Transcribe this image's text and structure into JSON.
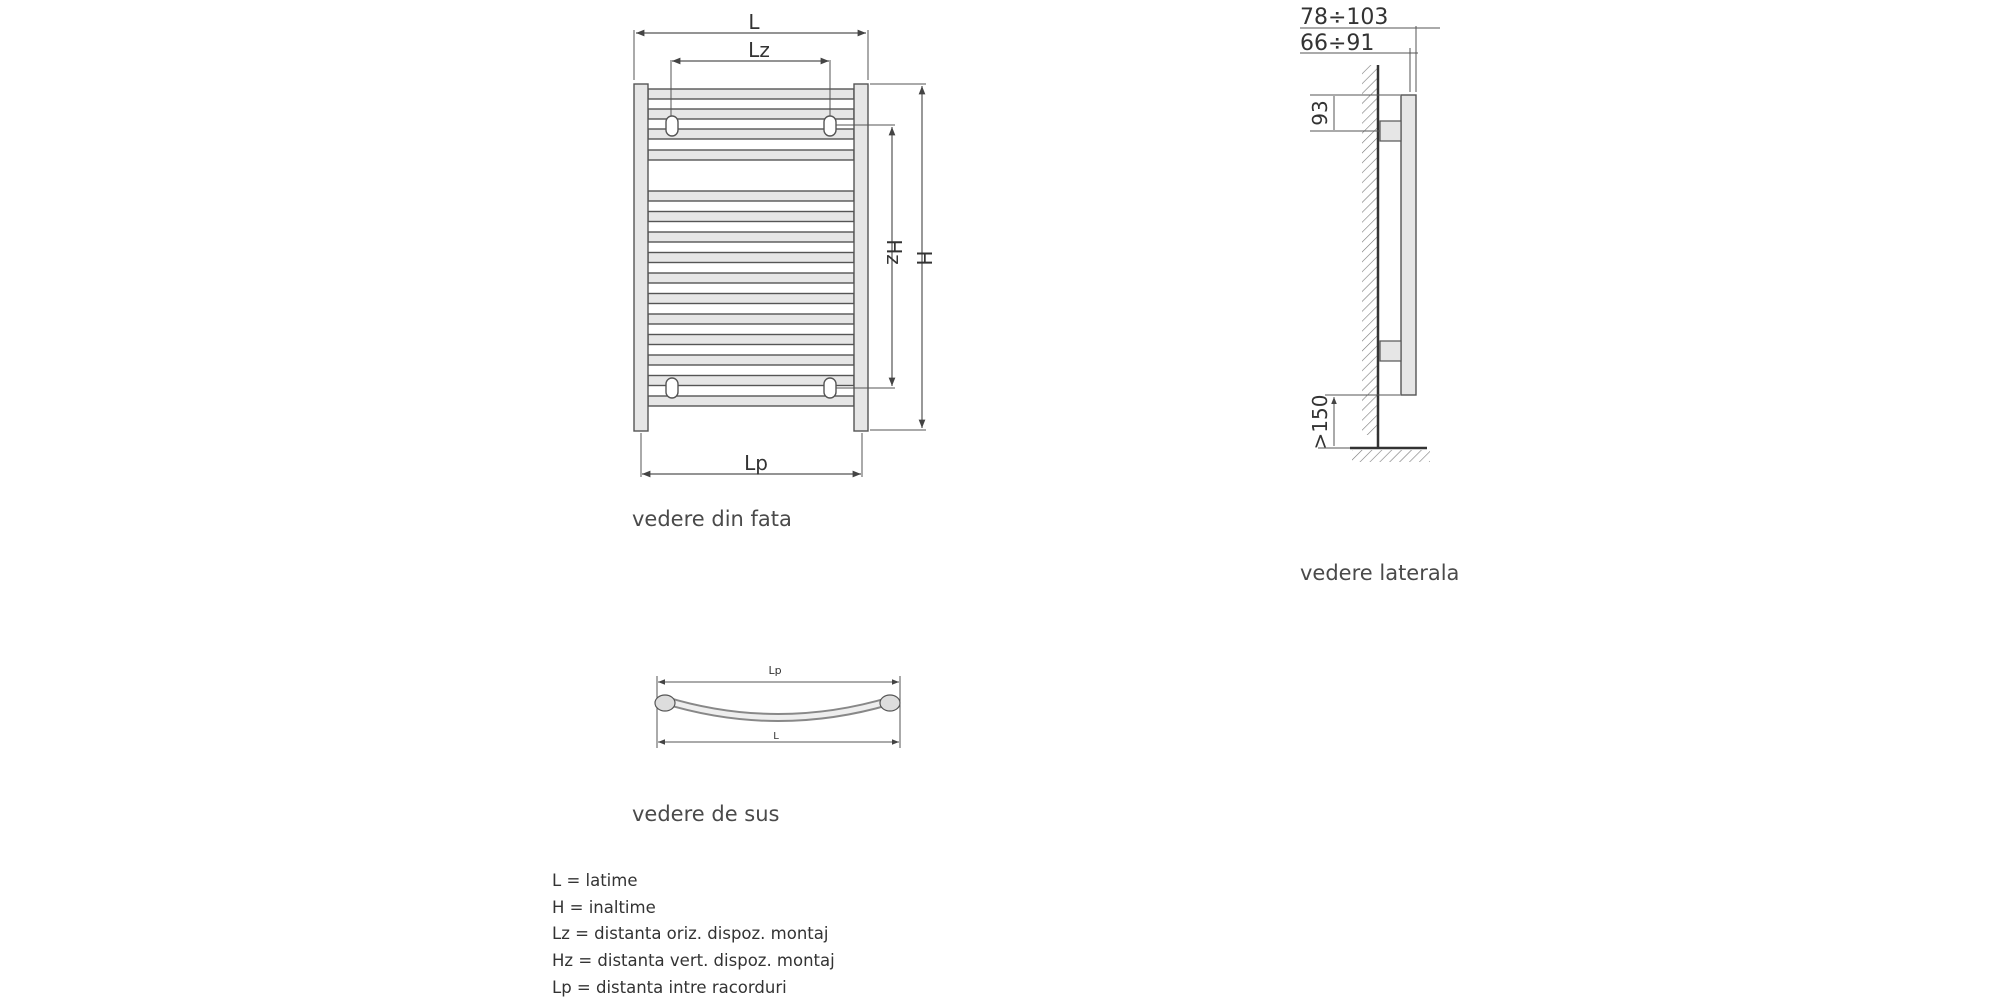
{
  "front_view": {
    "caption": "vedere din fata",
    "labels": {
      "L": "L",
      "Lz": "Lz",
      "Lp": "Lp",
      "Hz": "Hz",
      "H": "H"
    }
  },
  "side_view": {
    "caption": "vedere laterala",
    "labels": {
      "depth_total": "78÷103",
      "depth_wall": "66÷91",
      "bracket_offset": "93",
      "floor_clearance": ">150"
    }
  },
  "top_view": {
    "caption": "vedere de sus",
    "labels": {
      "Lp": "Lp",
      "L": "L"
    }
  },
  "legend": [
    "L = latime",
    "H = inaltime",
    "Lz = distanta oriz. dispoz. montaj",
    "Hz = distanta vert. dispoz. montaj",
    "Lp = distanta intre racorduri"
  ],
  "colors": {
    "line": "#555555",
    "fill": "#e6e6e6"
  }
}
